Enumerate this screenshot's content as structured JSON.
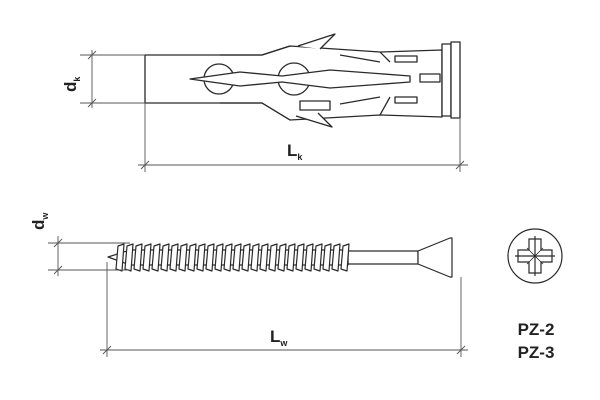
{
  "dimensions": {
    "anchor_diameter": {
      "symbol": "d",
      "subscript": "k"
    },
    "anchor_length": {
      "symbol": "L",
      "subscript": "k"
    },
    "screw_diameter": {
      "symbol": "d",
      "subscript": "w"
    },
    "screw_length": {
      "symbol": "L",
      "subscript": "w"
    }
  },
  "drive_types": [
    "PZ-2",
    "PZ-3"
  ],
  "colors": {
    "line": "#2a2a2a",
    "dimension_line": "#555555",
    "background": "#ffffff"
  },
  "icons": [
    "wall-plug-anchor",
    "countersunk-screw",
    "pozidriv-recess-icon"
  ]
}
